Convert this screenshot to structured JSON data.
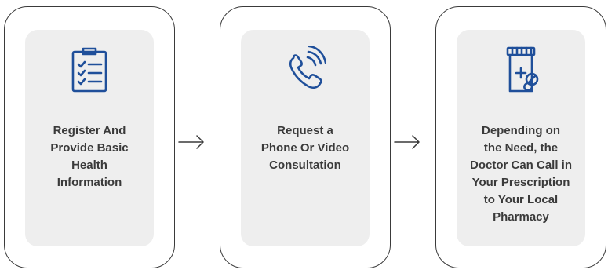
{
  "steps": [
    {
      "icon": "clipboard-checklist-icon",
      "text": "Register And\nProvide Basic\nHealth\nInformation"
    },
    {
      "icon": "phone-calling-icon",
      "text": "Request a\nPhone Or Video\nConsultation"
    },
    {
      "icon": "prescription-bottle-icon",
      "text": "Depending on\nthe Need, the\nDoctor Can Call in\nYour Prescription\nto Your Local\nPharmacy"
    }
  ],
  "colors": {
    "icon": "#1f4f9a",
    "text": "#3a3a3a",
    "border": "#3a3a3a",
    "panel": "#eeeeee"
  }
}
